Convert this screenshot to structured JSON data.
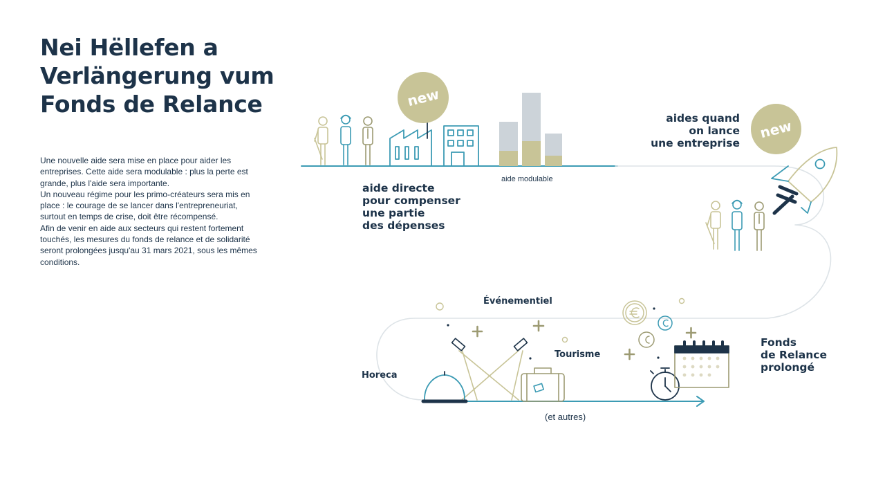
{
  "title": {
    "lines": [
      "Nei Hëllefen a",
      "Verlängerung vum",
      "Fonds de Relance"
    ]
  },
  "body": {
    "paragraphs": [
      "Une nouvelle aide sera mise en place pour aider les entreprises. Cette aide sera modulable : plus la perte est grande, plus l'aide sera importante.",
      "Un nouveau régime pour les primo-créateurs sera mis en place : le courage de se lancer dans l'entrepreneuriat, surtout en temps de crise, doit être récompensé.",
      "Afin de venir en aide aux secteurs qui restent fortement touchés, les mesures du fonds de relance et de solidarité seront prolongées jusqu'au 31 mars 2021, sous les mêmes conditions."
    ]
  },
  "badges": {
    "new_1": "new",
    "new_2": "new"
  },
  "labels": {
    "aide_modulable": "aide modulable",
    "aide_directe": [
      "aide directe",
      "pour compenser",
      "une partie",
      "des dépenses"
    ],
    "aides_quand": [
      "aides quand",
      "on lance",
      "une entreprise"
    ],
    "evenementiel": "Événementiel",
    "tourisme": "Tourisme",
    "horeca": "Horeca",
    "fonds": [
      "Fonds",
      "de Relance",
      "prolongé"
    ],
    "et_autres": "(et autres)"
  },
  "icons": [
    "workers-icon",
    "factory-icon",
    "modular-bars-icon",
    "rocket-icon",
    "spotlights-icon",
    "service-bell-icon",
    "suitcase-icon",
    "euro-coins-icon",
    "stopwatch-icon",
    "calendar-icon"
  ],
  "colors": {
    "navy": "#1d3349",
    "teal": "#3c9bb4",
    "khaki": "#c8c497",
    "olive": "#9c9a72",
    "grey": "#ccd3d9"
  }
}
